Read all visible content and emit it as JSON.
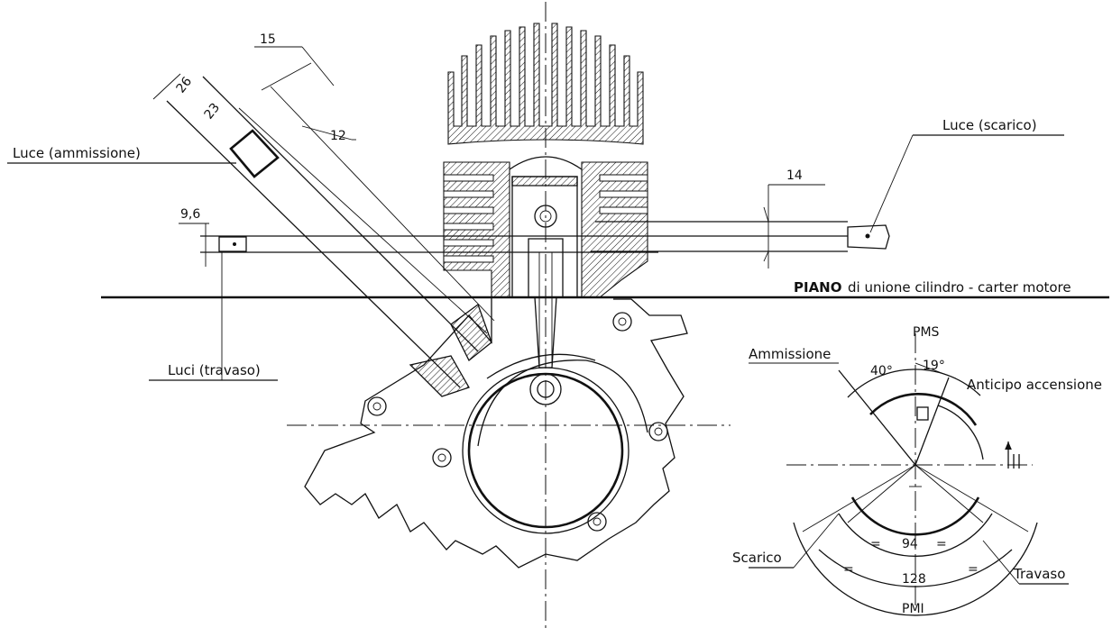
{
  "labels": {
    "luce_ammissione": "Luce (ammissione)",
    "luce_scarico": "Luce (scarico)",
    "luci_travaso": "Luci (travaso)",
    "piano_bold": "PIANO",
    "piano_rest": "di unione cilindro - carter motore",
    "ammissione": "Ammissione",
    "anticipo": "Anticipo accensione",
    "scarico": "Scarico",
    "travaso": "Travaso",
    "pms": "PMS",
    "pmi": "PMI"
  },
  "dimensions": {
    "d15": "15",
    "d26": "26",
    "d23": "23",
    "d12": "12",
    "d14": "14",
    "d9_6": "9,6",
    "angle_40": "40°",
    "angle_19": "19°",
    "angle_94": "94",
    "angle_128": "128",
    "eq": "="
  }
}
